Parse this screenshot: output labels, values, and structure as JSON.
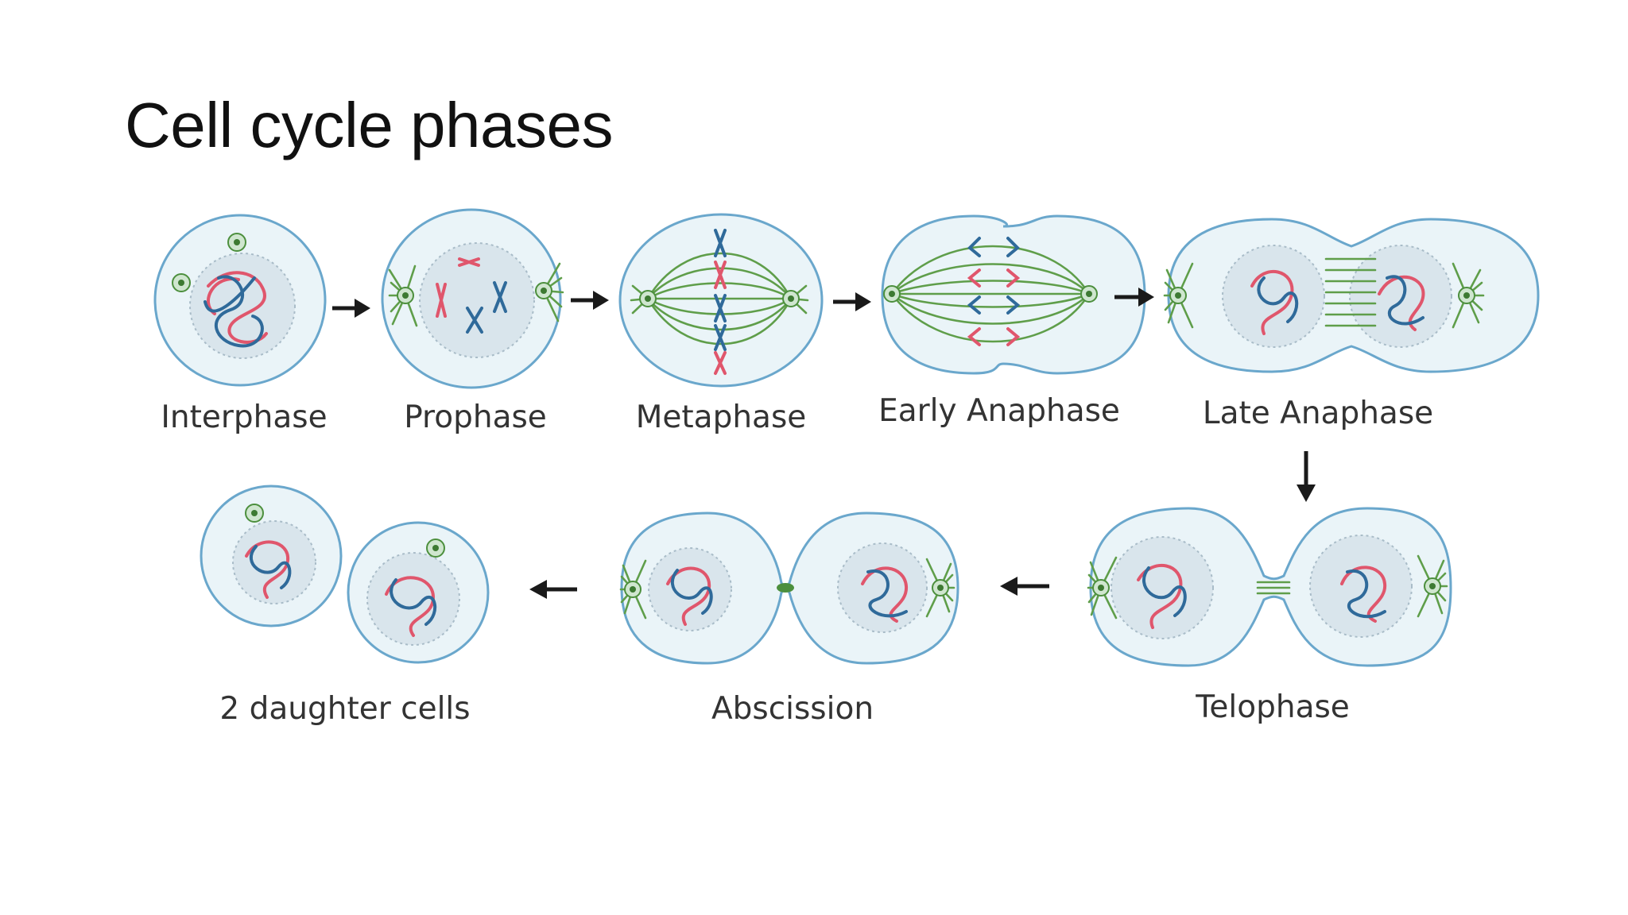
{
  "slide": {
    "title": "Cell cycle phases"
  },
  "stages": [
    {
      "id": "interphase",
      "label": "Interphase"
    },
    {
      "id": "prophase",
      "label": "Prophase"
    },
    {
      "id": "metaphase",
      "label": "Metaphase"
    },
    {
      "id": "early-anaphase",
      "label": "Early Anaphase"
    },
    {
      "id": "late-anaphase",
      "label": "Late Anaphase"
    },
    {
      "id": "telophase",
      "label": "Telophase"
    },
    {
      "id": "abscission",
      "label": "Abscission"
    },
    {
      "id": "daughter-cells",
      "label": "2 daughter cells"
    }
  ],
  "colors": {
    "membrane": "#6aa7cc",
    "cytoplasm": "#eaf4f8",
    "spindle": "#5f9e4a",
    "chromosome_red": "#e0566c",
    "chromosome_blue": "#2f6a9a",
    "arrow": "#1a1a1a"
  }
}
